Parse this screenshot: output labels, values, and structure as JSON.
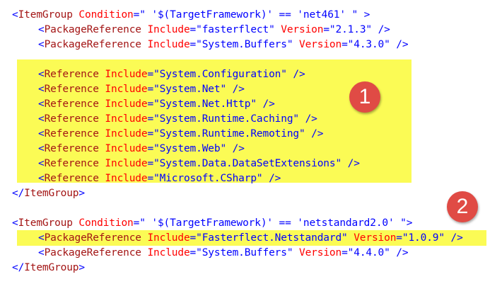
{
  "badges": [
    "1",
    "2"
  ],
  "colors": {
    "highlight": "#fbfb55",
    "tag_name": "#a31515",
    "attribute_name": "#ff0000",
    "attribute_value": "#0000ff",
    "badge": "#e04b45"
  },
  "lines": [
    {
      "indent": 0,
      "tokens": [
        [
          "tb",
          "<"
        ],
        [
          "tn",
          "ItemGroup"
        ],
        [
          "tx",
          " "
        ],
        [
          "an",
          "Condition"
        ],
        [
          "tb",
          "="
        ],
        [
          "av",
          "\" '$(TargetFramework)' == 'net461' \""
        ],
        [
          "tb",
          " >"
        ]
      ]
    },
    {
      "indent": 1,
      "tokens": [
        [
          "tb",
          "<"
        ],
        [
          "tn",
          "PackageReference"
        ],
        [
          "tx",
          " "
        ],
        [
          "an",
          "Include"
        ],
        [
          "tb",
          "="
        ],
        [
          "av",
          "\"fasterflect\""
        ],
        [
          "tx",
          " "
        ],
        [
          "an",
          "Version"
        ],
        [
          "tb",
          "="
        ],
        [
          "av",
          "\"2.1.3\""
        ],
        [
          "tb",
          " />"
        ]
      ]
    },
    {
      "indent": 1,
      "tokens": [
        [
          "tb",
          "<"
        ],
        [
          "tn",
          "PackageReference"
        ],
        [
          "tx",
          " "
        ],
        [
          "an",
          "Include"
        ],
        [
          "tb",
          "="
        ],
        [
          "av",
          "\"System.Buffers\""
        ],
        [
          "tx",
          " "
        ],
        [
          "an",
          "Version"
        ],
        [
          "tb",
          "="
        ],
        [
          "av",
          "\"4.3.0\""
        ],
        [
          "tb",
          " />"
        ]
      ]
    },
    {
      "indent": 0,
      "tokens": []
    },
    {
      "indent": 1,
      "tokens": [
        [
          "tb",
          "<"
        ],
        [
          "tn",
          "Reference"
        ],
        [
          "tx",
          " "
        ],
        [
          "an",
          "Include"
        ],
        [
          "tb",
          "="
        ],
        [
          "av",
          "\"System.Configuration\""
        ],
        [
          "tb",
          " />"
        ]
      ]
    },
    {
      "indent": 1,
      "tokens": [
        [
          "tb",
          "<"
        ],
        [
          "tn",
          "Reference"
        ],
        [
          "tx",
          " "
        ],
        [
          "an",
          "Include"
        ],
        [
          "tb",
          "="
        ],
        [
          "av",
          "\"System.Net\""
        ],
        [
          "tb",
          " />"
        ]
      ]
    },
    {
      "indent": 1,
      "tokens": [
        [
          "tb",
          "<"
        ],
        [
          "tn",
          "Reference"
        ],
        [
          "tx",
          " "
        ],
        [
          "an",
          "Include"
        ],
        [
          "tb",
          "="
        ],
        [
          "av",
          "\"System.Net.Http\""
        ],
        [
          "tb",
          " />"
        ]
      ]
    },
    {
      "indent": 1,
      "tokens": [
        [
          "tb",
          "<"
        ],
        [
          "tn",
          "Reference"
        ],
        [
          "tx",
          " "
        ],
        [
          "an",
          "Include"
        ],
        [
          "tb",
          "="
        ],
        [
          "av",
          "\"System.Runtime.Caching\""
        ],
        [
          "tb",
          " />"
        ]
      ]
    },
    {
      "indent": 1,
      "tokens": [
        [
          "tb",
          "<"
        ],
        [
          "tn",
          "Reference"
        ],
        [
          "tx",
          " "
        ],
        [
          "an",
          "Include"
        ],
        [
          "tb",
          "="
        ],
        [
          "av",
          "\"System.Runtime.Remoting\""
        ],
        [
          "tb",
          " />"
        ]
      ]
    },
    {
      "indent": 1,
      "tokens": [
        [
          "tb",
          "<"
        ],
        [
          "tn",
          "Reference"
        ],
        [
          "tx",
          " "
        ],
        [
          "an",
          "Include"
        ],
        [
          "tb",
          "="
        ],
        [
          "av",
          "\"System.Web\""
        ],
        [
          "tb",
          " />"
        ]
      ]
    },
    {
      "indent": 1,
      "tokens": [
        [
          "tb",
          "<"
        ],
        [
          "tn",
          "Reference"
        ],
        [
          "tx",
          " "
        ],
        [
          "an",
          "Include"
        ],
        [
          "tb",
          "="
        ],
        [
          "av",
          "\"System.Data.DataSetExtensions\""
        ],
        [
          "tb",
          " />"
        ]
      ]
    },
    {
      "indent": 1,
      "tokens": [
        [
          "tb",
          "<"
        ],
        [
          "tn",
          "Reference"
        ],
        [
          "tx",
          " "
        ],
        [
          "an",
          "Include"
        ],
        [
          "tb",
          "="
        ],
        [
          "av",
          "\"Microsoft.CSharp\""
        ],
        [
          "tb",
          " />"
        ]
      ]
    },
    {
      "indent": 0,
      "tokens": [
        [
          "tb",
          "</"
        ],
        [
          "tn",
          "ItemGroup"
        ],
        [
          "tb",
          ">"
        ]
      ]
    },
    {
      "indent": 0,
      "tokens": []
    },
    {
      "indent": 0,
      "tokens": [
        [
          "tb",
          "<"
        ],
        [
          "tn",
          "ItemGroup"
        ],
        [
          "tx",
          " "
        ],
        [
          "an",
          "Condition"
        ],
        [
          "tb",
          "="
        ],
        [
          "av",
          "\" '$(TargetFramework)' == 'netstandard2.0' \""
        ],
        [
          "tb",
          ">"
        ]
      ]
    },
    {
      "indent": 1,
      "tokens": [
        [
          "tb",
          "<"
        ],
        [
          "tn",
          "PackageReference"
        ],
        [
          "tx",
          " "
        ],
        [
          "an",
          "Include"
        ],
        [
          "tb",
          "="
        ],
        [
          "av",
          "\"Fasterflect.Netstandard\""
        ],
        [
          "tx",
          " "
        ],
        [
          "an",
          "Version"
        ],
        [
          "tb",
          "="
        ],
        [
          "av",
          "\"1.0.9\""
        ],
        [
          "tb",
          " />"
        ]
      ]
    },
    {
      "indent": 1,
      "tokens": [
        [
          "tb",
          "<"
        ],
        [
          "tn",
          "PackageReference"
        ],
        [
          "tx",
          " "
        ],
        [
          "an",
          "Include"
        ],
        [
          "tb",
          "="
        ],
        [
          "av",
          "\"System.Buffers\""
        ],
        [
          "tx",
          " "
        ],
        [
          "an",
          "Version"
        ],
        [
          "tb",
          "="
        ],
        [
          "av",
          "\"4.4.0\""
        ],
        [
          "tb",
          " />"
        ]
      ]
    },
    {
      "indent": 0,
      "tokens": [
        [
          "tb",
          "</"
        ],
        [
          "tn",
          "ItemGroup"
        ],
        [
          "tb",
          ">"
        ]
      ]
    }
  ]
}
